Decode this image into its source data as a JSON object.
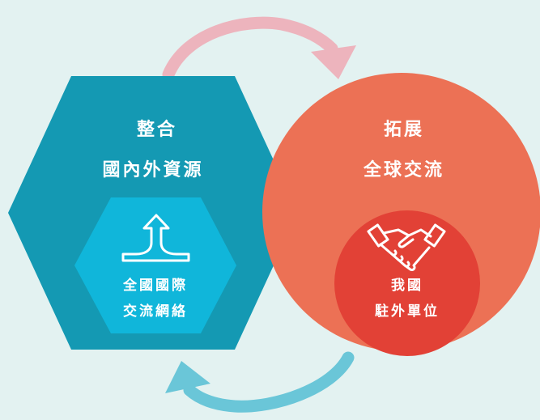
{
  "hexagon": {
    "title_line1": "整合",
    "title_line2": "國內外資源",
    "inner_line1": "全國國際",
    "inner_line2": "交流網絡",
    "inner_icon": "split-arrow-icon"
  },
  "circle": {
    "title_line1": "拓展",
    "title_line2": "全球交流",
    "inner_line1": "我國",
    "inner_line2": "駐外單位",
    "inner_icon": "handshake-icon"
  },
  "arrows": {
    "top": "curved-arrow-right-icon",
    "bottom": "curved-arrow-left-icon"
  },
  "colors": {
    "background": "#e3f2f1",
    "hexagon_outer": "#1499b3",
    "hexagon_inner": "#10b6da",
    "circle_outer": "#ec7155",
    "circle_inner": "#e24136",
    "arrow_top": "#edb4bd",
    "arrow_bottom": "#6ac6d8"
  }
}
